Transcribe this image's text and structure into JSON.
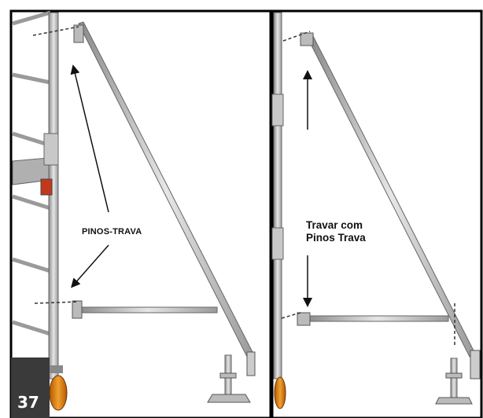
{
  "left_panel": {
    "callout_label": "PINOS-TRAVA"
  },
  "right_panel": {
    "instruction_line1": "Travar com",
    "instruction_line2": "Pinos Trava"
  },
  "page_number": "37"
}
